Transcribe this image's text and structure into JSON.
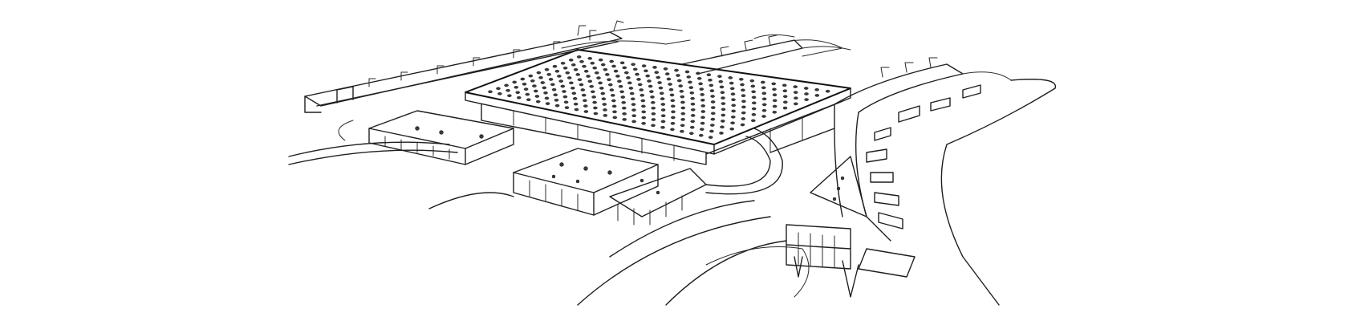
{
  "image": {
    "style": "hand-drawn line sketch",
    "ink_color": "#1f1f1f",
    "background_color": "#ffffff"
  },
  "roof": {
    "skylight_rows": 12,
    "skylight_cols": 24
  }
}
